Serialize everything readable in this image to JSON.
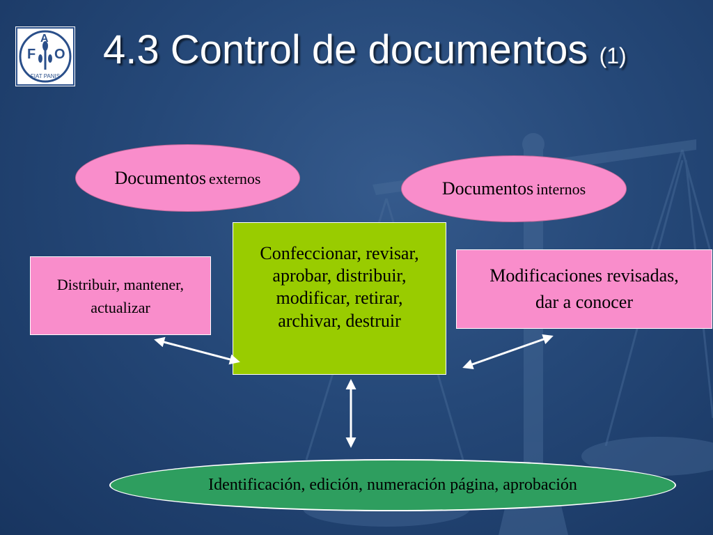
{
  "title": {
    "main": "4.3 Control de documentos",
    "suffix": "(1)"
  },
  "logo": {
    "top_left": "F",
    "top_middle": "A",
    "top_right": "O",
    "motto": "FIAT PANIS",
    "colors": {
      "border": "#2a4f8a",
      "fill": "#ffffff"
    }
  },
  "nodes": {
    "externos": {
      "word": "Documentos",
      "qualifier": "externos"
    },
    "internos": {
      "word": "Documentos",
      "qualifier": "internos"
    },
    "left": {
      "text": "Distribuir, mantener,\nactualizar"
    },
    "center": {
      "text": "Confeccionar, revisar,\naprobar, distribuir,\nmodificar, retirar,\narchivar, destruir"
    },
    "right": {
      "text": "Modificaciones revisadas,\ndar a conocer"
    },
    "bottom": {
      "text": "Identificación, edición, numeración página, aprobación"
    }
  },
  "colors": {
    "pink": "#f98dcb",
    "green_box": "#99cc00",
    "green_ellipse": "#2e9e5f",
    "background": "#254878",
    "text_title": "#ffffff"
  }
}
